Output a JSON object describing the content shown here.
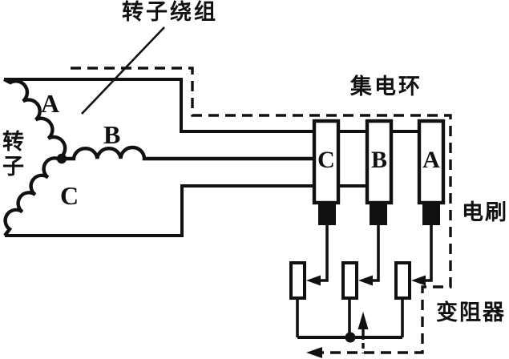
{
  "colors": {
    "ink": "#111111",
    "background": "#ffffff"
  },
  "labels": {
    "rotor_winding": "转子绕组",
    "rotor": "转子",
    "slip_ring": "集电环",
    "brush": "电刷",
    "rheostat": "变阻器"
  },
  "rotor_coils": [
    {
      "label": "A"
    },
    {
      "label": "B"
    },
    {
      "label": "C"
    }
  ],
  "slip_rings": [
    {
      "label": "C"
    },
    {
      "label": "B"
    },
    {
      "label": "A"
    }
  ]
}
